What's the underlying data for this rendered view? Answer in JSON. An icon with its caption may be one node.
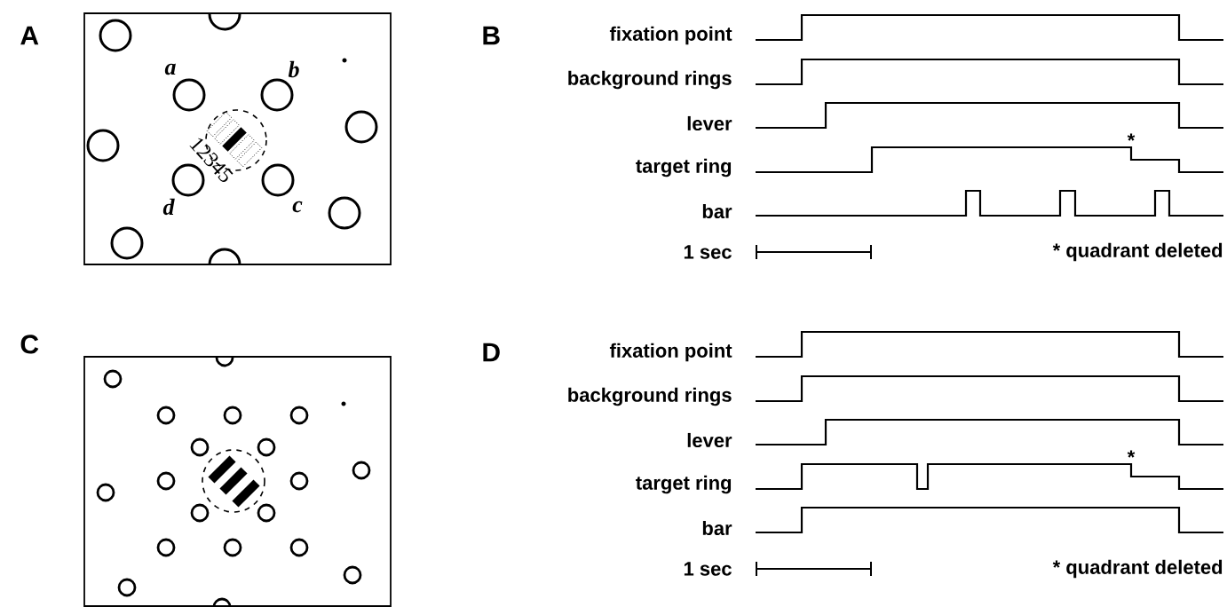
{
  "diagram": {
    "labels": [
      "A",
      "a",
      "b",
      "12345",
      "d",
      "c",
      "B",
      "fixation point",
      "background rings",
      "lever",
      "target ring",
      "*",
      "bar",
      "1 sec",
      "* quadrant deleted",
      "C",
      "D",
      "fixation point",
      "background rings",
      "lever",
      "target ring",
      "*",
      "bar",
      "1 sec",
      "* quadrant deleted"
    ]
  }
}
